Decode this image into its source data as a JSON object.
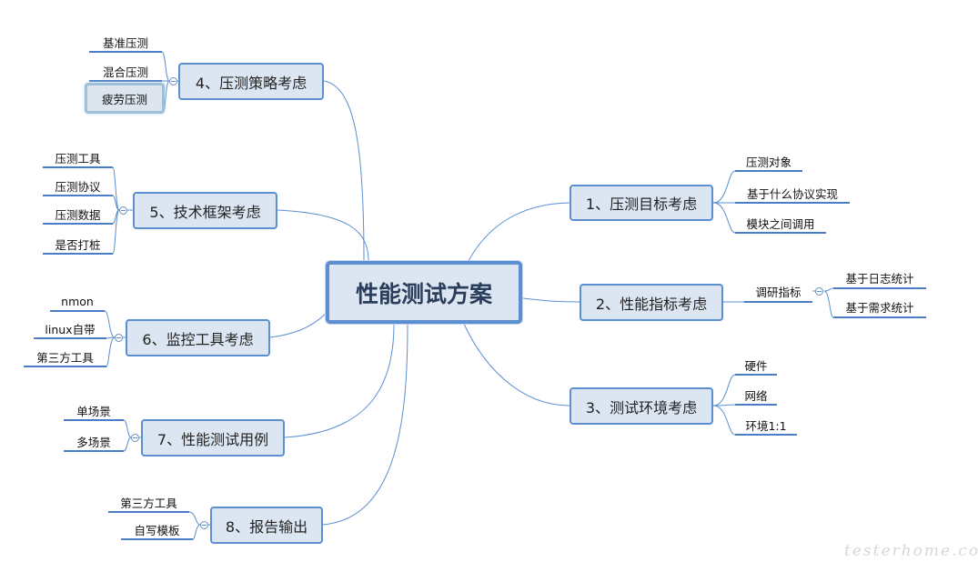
{
  "central": "性能测试方案",
  "branches": [
    {
      "label": "1、压测目标考虑",
      "leaves": [
        "压测对象",
        "基于什么协议实现",
        "模块之间调用"
      ]
    },
    {
      "label": "2、性能指标考虑",
      "leaves": [
        "调研指标"
      ],
      "subleaves": [
        "基于日志统计",
        "基于需求统计"
      ]
    },
    {
      "label": "3、测试环境考虑",
      "leaves": [
        "硬件",
        "网络",
        "环境1:1"
      ]
    },
    {
      "label": "4、压测策略考虑",
      "leaves": [
        "基准压测",
        "混合压测",
        "疲劳压测"
      ]
    },
    {
      "label": "5、技术框架考虑",
      "leaves": [
        "压测工具",
        "压测协议",
        "压测数据",
        "是否打桩"
      ]
    },
    {
      "label": "6、监控工具考虑",
      "leaves": [
        "nmon",
        "linux自带",
        "第三方工具"
      ]
    },
    {
      "label": "7、性能测试用例",
      "leaves": [
        "单场景",
        "多场景"
      ]
    },
    {
      "label": "8、报告输出",
      "leaves": [
        "第三方工具",
        "自写模板"
      ]
    }
  ],
  "selected": "疲劳压测",
  "watermark": "testerhome.com",
  "colors": {
    "node_fill": "#dce6f2",
    "node_border": "#5b8fd0",
    "link": "#5b8fd0",
    "leaf_underline": "#4a7dc4"
  }
}
